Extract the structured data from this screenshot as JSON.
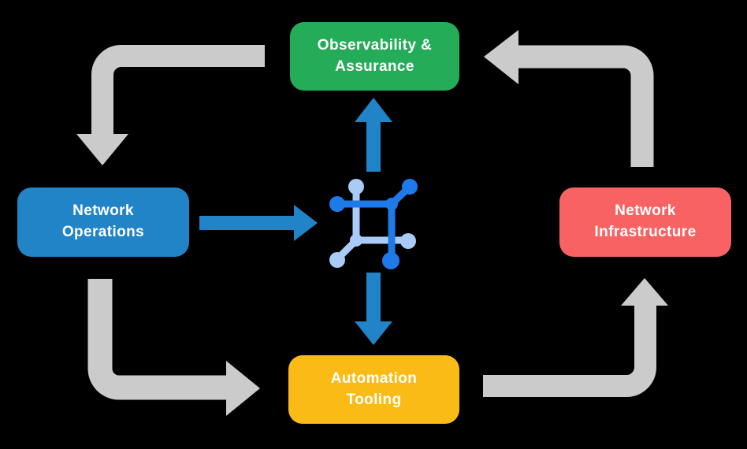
{
  "diagram": {
    "nodes": {
      "observability": {
        "label": "Observability &\nAssurance",
        "color": "#24AC58"
      },
      "operations": {
        "label": "Network\nOperations",
        "color": "#2184C7"
      },
      "infrastructure": {
        "label": "Network\nInfrastructure",
        "color": "#F96262"
      },
      "tooling": {
        "label": "Automation\nTooling",
        "color": "#FBBB17"
      }
    },
    "center_icon": {
      "name": "network-automation-icon"
    },
    "colors": {
      "background": "#000000",
      "text": "#FFFFFF",
      "arrow_gray": "#CBCBCB",
      "arrow_blue": "#2183C8",
      "icon_blue_dark": "#1E7AE8",
      "icon_blue_light": "#A9CBF5"
    },
    "arrows": [
      {
        "name": "arrow-observability-to-operations",
        "style": "gray-elbow"
      },
      {
        "name": "arrow-operations-to-tooling",
        "style": "gray-elbow"
      },
      {
        "name": "arrow-tooling-to-infrastructure",
        "style": "gray-elbow"
      },
      {
        "name": "arrow-infrastructure-to-observability",
        "style": "gray-elbow"
      },
      {
        "name": "arrow-operations-to-center",
        "style": "blue-straight"
      },
      {
        "name": "arrow-center-to-observability",
        "style": "blue-straight"
      },
      {
        "name": "arrow-center-to-tooling",
        "style": "blue-straight"
      }
    ]
  }
}
